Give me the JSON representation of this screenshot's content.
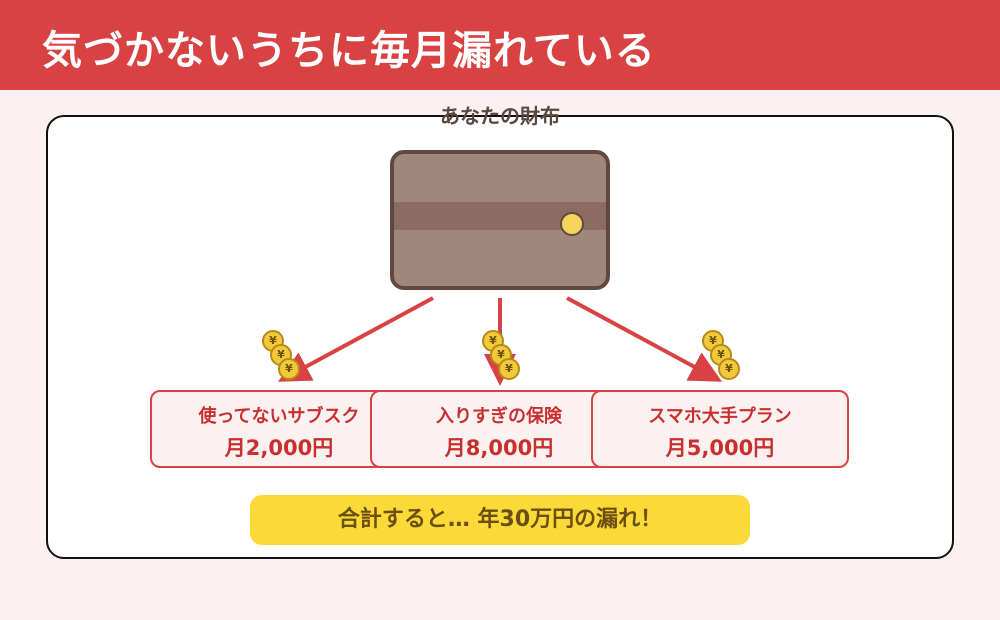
{
  "header": {
    "title": "気づかないうちに毎月漏れている"
  },
  "wallet": {
    "label": "あなたの財布",
    "color": "#a0877c",
    "strap_color": "#8c6c62",
    "clasp_color": "#f4d45a"
  },
  "leaks": [
    {
      "name": "使ってないサブスク",
      "amount": "月2,000円"
    },
    {
      "name": "入りすぎの保険",
      "amount": "月8,000円"
    },
    {
      "name": "スマホ大手プラン",
      "amount": "月5,000円"
    }
  ],
  "coin_symbol": "¥",
  "total": {
    "text": "合計すると… 年30万円の漏れ！"
  },
  "colors": {
    "accent": "#d94242",
    "highlight": "#fbd936",
    "background": "#faf1f0"
  }
}
